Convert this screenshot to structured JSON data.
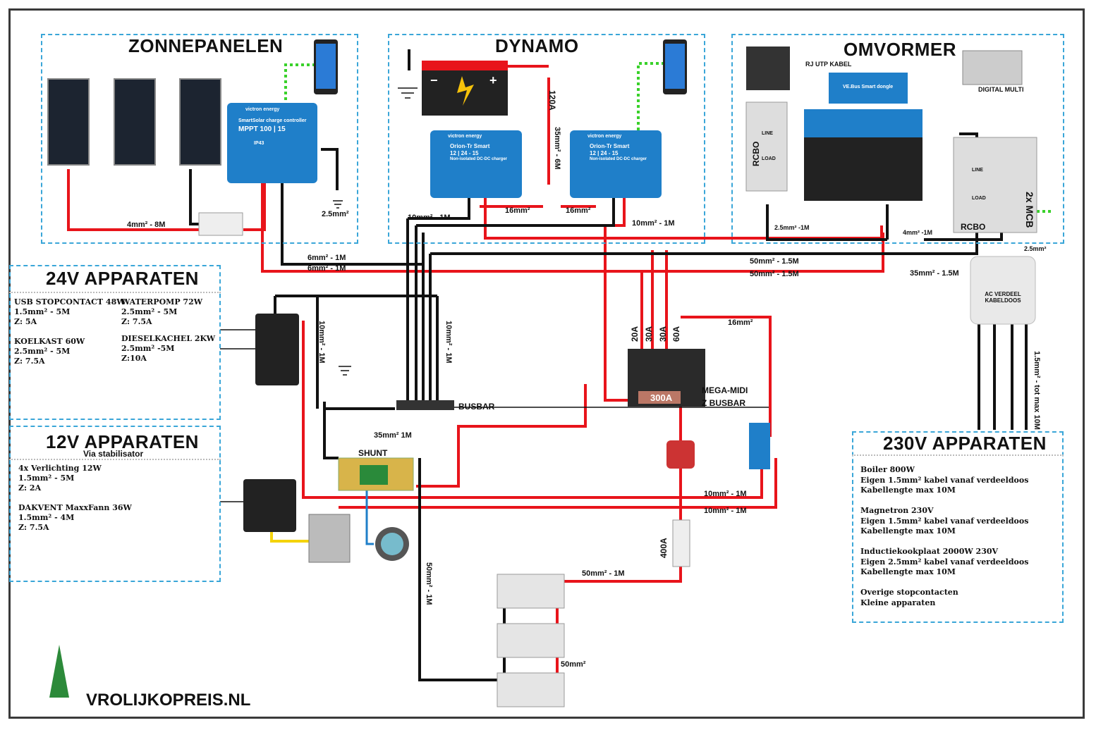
{
  "sections": {
    "solar": {
      "title": "ZONNEPANELEN"
    },
    "dynamo": {
      "title": "DYNAMO"
    },
    "inverter": {
      "title": "OMVORMER"
    },
    "v24": {
      "title": "24V APPARATEN"
    },
    "v12": {
      "title": "12V APPARATEN",
      "subtitle": "Via stabilisator"
    },
    "v230": {
      "title": "230V APPARATEN"
    }
  },
  "devices": {
    "mppt_brand": "victron energy",
    "mppt_name": "SmartSolar charge controller",
    "mppt_model": "MPPT 100 | 15",
    "mppt_rating": "IP43",
    "orion_brand": "victron energy",
    "orion_name": "Orion-Tr Smart",
    "orion_model": "12 | 24 - 15",
    "orion_sub": "Non-isolated DC-DC charger",
    "vebus": "VE.Bus Smart dongle",
    "rj_label": "RJ UTP KABEL",
    "digital_multi": "DIGITAL MULTI",
    "rcbo": "RCBO",
    "rcbo2": "RCBO",
    "line": "LINE",
    "load": "LOAD",
    "line2": "LINE",
    "load2": "LOAD",
    "mcb": "2x MCB",
    "ac_box": "AC VERDEEL KABELDOOS",
    "busbar": "BUSBAR",
    "shunt": "SHUNT",
    "megamidi": "MEGA-MIDI\nZ BUSBAR",
    "fuse_300": "300A",
    "fuse_20": "20A",
    "fuse_30a": "30A",
    "fuse_30b": "30A",
    "fuse_60": "60A",
    "fuse_400": "400A",
    "fuse_120": "120A",
    "battery_minus": "−",
    "battery_plus": "+"
  },
  "cables": {
    "c1": "4mm² - 8M",
    "c2": "2.5mm²",
    "c3": "10mm² - 1M",
    "c4": "16mm²",
    "c5": "16mm²",
    "c6": "35mm² - 6M",
    "c7": "10mm² - 1M",
    "c8": "6mm² - 1M",
    "c9": "6mm² - 1M",
    "c10": "50mm² - 1.5M",
    "c11": "50mm² - 1.5M",
    "c12": "35mm² - 1.5M",
    "c13": "2.5mm² -1M",
    "c14": "4mm² -1M",
    "c15": "2.5mm²",
    "c16": "16mm²",
    "c17": "10mm² - 1M",
    "c18": "10mm² - 1M",
    "c19": "35mm² 1M",
    "c20": "10mm² - 1M",
    "c21": "10mm² - 1M",
    "c22": "50mm² - 1M",
    "c23": "50mm² - 1M",
    "c24": "50mm²",
    "c25": "1.5mm² - tot max 10M"
  },
  "list24": {
    "col1": [
      "USB STOPCONTACT 48W",
      "1.5mm² - 5M",
      "Z: 5A",
      "",
      "KOELKAST 60W",
      "2.5mm² - 5M",
      "Z: 7.5A"
    ],
    "col2": [
      "WATERPOMP 72W",
      "2.5mm² - 5M",
      "Z: 7.5A",
      "",
      "DIESELKACHEL 2KW",
      "2.5mm² -5M",
      "Z:10A"
    ]
  },
  "list12": [
    "4x Verlichting 12W",
    "1.5mm² - 5M",
    "Z: 2A",
    "",
    "DAKVENT MaxxFann 36W",
    "1.5mm² - 4M",
    "Z: 7.5A"
  ],
  "list230": [
    "Boiler 800W",
    "Eigen 1.5mm² kabel vanaf verdeeldoos",
    "Kabellengte max 10M",
    "",
    "Magnetron 230V",
    "Eigen 1.5mm² kabel vanaf verdeeldoos",
    "Kabellengte max 10M",
    "",
    "Inductiekookplaat 2000W 230V",
    "Eigen 2.5mm² kabel vanaf verdeeldoos",
    "Kabellengte max 10M",
    "",
    "Overige stopcontacten",
    "Kleine apparaten"
  ],
  "brand": "VROLIJKOPREIS.NL",
  "colors": {
    "positive": "#e8141b",
    "negative": "#111111",
    "data": "#39d12a",
    "box": "#3aa6d8",
    "victron": "#1f7fc9"
  }
}
